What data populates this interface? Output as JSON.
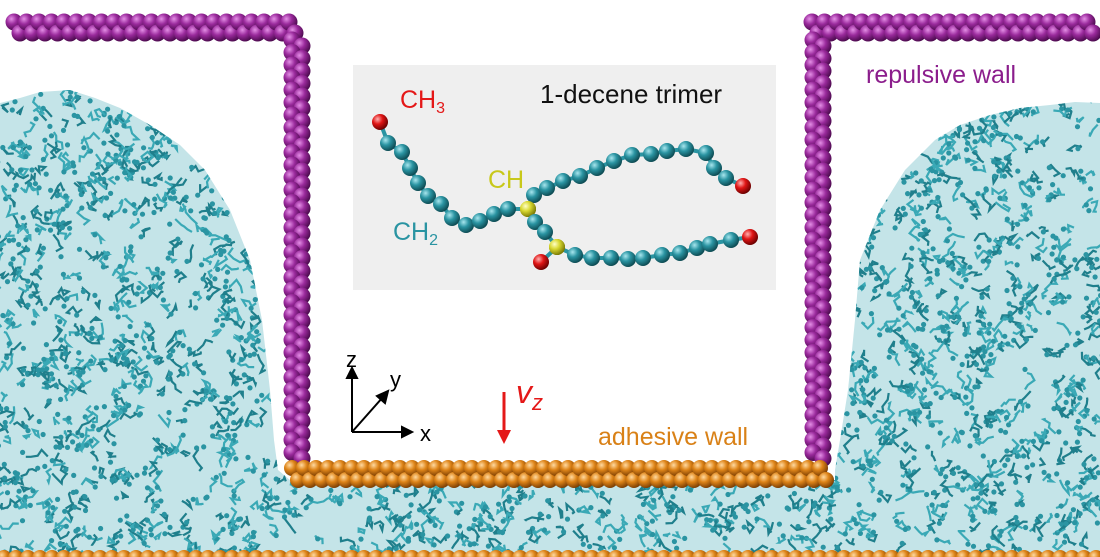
{
  "colors": {
    "repulsive_wall": "#8b1d8c",
    "adhesive_wall": "#d98117",
    "polymer": "#2a94a2",
    "ch3_group": "#e41818",
    "ch_group": "#d8d830",
    "velocity_arrow": "#e41818",
    "inset_background": "#efefef"
  },
  "labels": {
    "repulsive_wall": "repulsive wall",
    "adhesive_wall": "adhesive wall",
    "inset_title": "1-decene trimer",
    "ch3_main": "CH",
    "ch3_sub": "3",
    "ch": "CH",
    "ch2_main": "CH",
    "ch2_sub": "2",
    "velocity_main": "v",
    "velocity_sub": "z",
    "axis_x": "x",
    "axis_y": "y",
    "axis_z": "z"
  }
}
